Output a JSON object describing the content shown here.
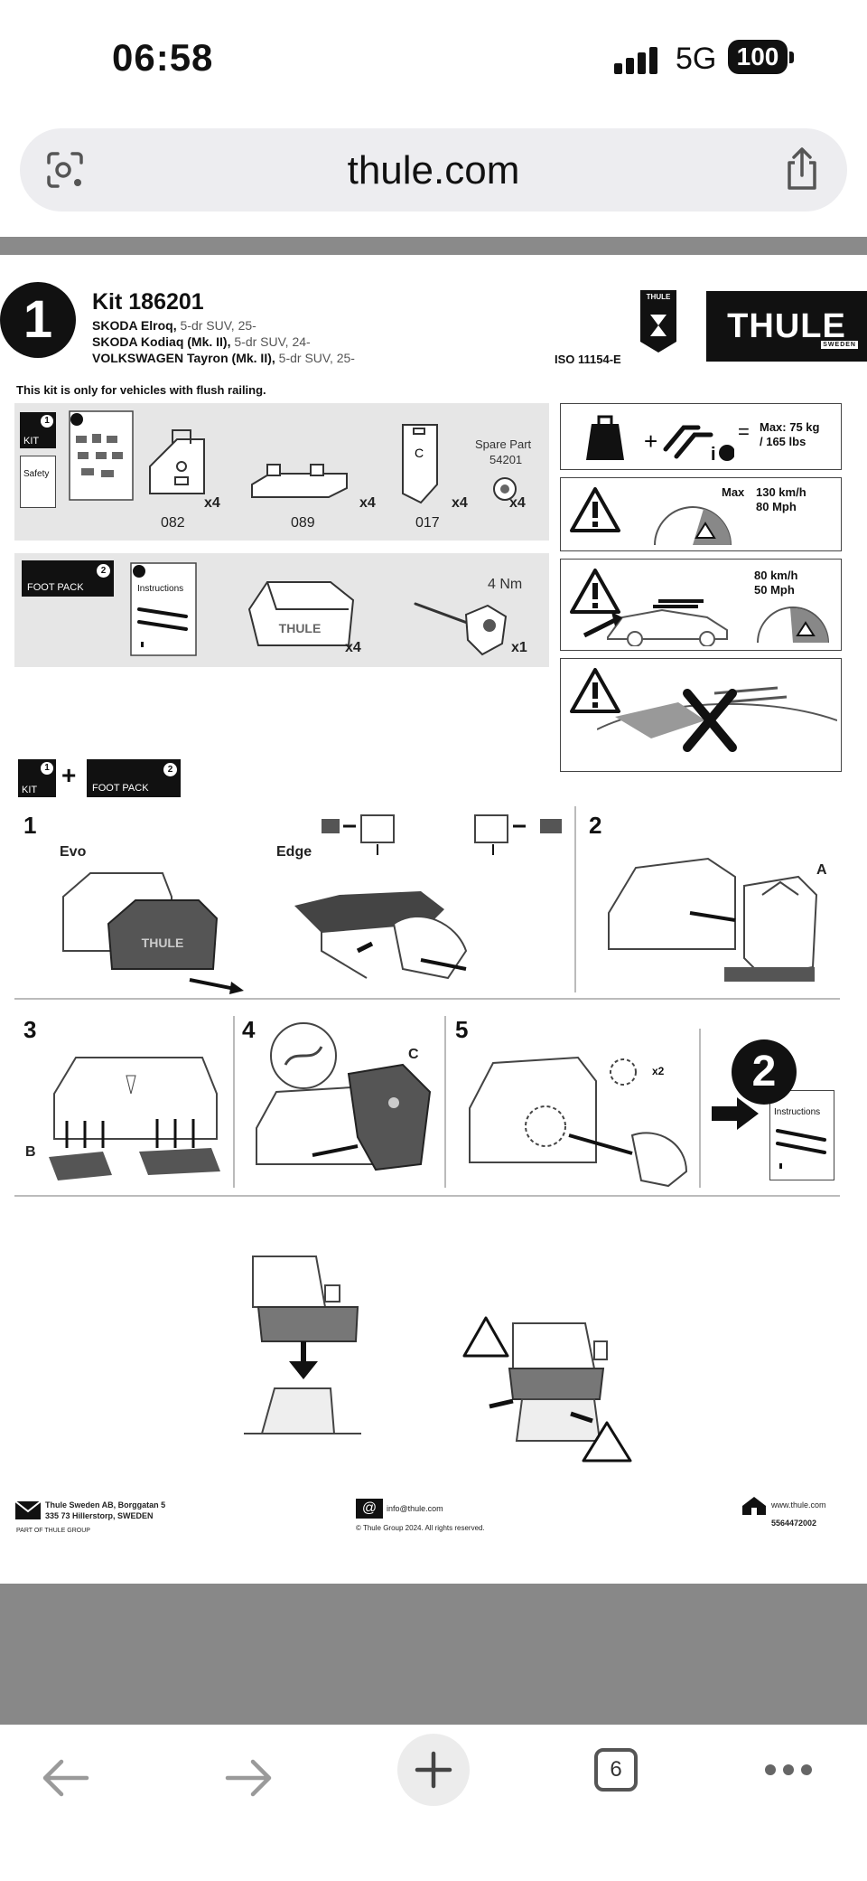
{
  "status": {
    "time": "06:58",
    "network": "5G",
    "battery": "100"
  },
  "browser": {
    "url": "thule.com",
    "tab_count": "6"
  },
  "doc": {
    "step_number": "1",
    "kit_title": "Kit 186201",
    "vehicles": [
      {
        "model": "SKODA Elroq,",
        "detail": " 5-dr SUV, 25-"
      },
      {
        "model": "SKODA Kodiaq (Mk. II),",
        "detail": " 5-dr SUV, 24-"
      },
      {
        "model": "VOLKSWAGEN Tayron (Mk. II),",
        "detail": " 5-dr SUV, 25-"
      }
    ],
    "iso": "ISO 11154-E",
    "brand_logo": "THULE",
    "brand_sub": "SWEDEN",
    "guarantee_label": "THULE",
    "flush_note": "This kit is only for vehicles with flush railing.",
    "kit_panel": {
      "kit_label": "KIT",
      "safety_label": "Safety",
      "parts": [
        {
          "code": "082",
          "qty": "x4"
        },
        {
          "code": "089",
          "qty": "x4"
        },
        {
          "code": "017",
          "qty": "x4"
        }
      ],
      "spare_label": "Spare Part",
      "spare_code": "54201",
      "spare_qty": "x4"
    },
    "foot_panel": {
      "foot_label": "FOOT PACK",
      "instructions_label": "Instructions",
      "foot_qty": "x4",
      "torque": "4 Nm",
      "tool_qty": "x1"
    },
    "warnings": {
      "max_load": "Max: 75 kg\n/ 165 lbs",
      "max_speed_label": "Max",
      "max_speed": "130 km/h\n80 Mph",
      "curve_speed": "80 km/h\n50 Mph"
    },
    "assembly": {
      "kit_label": "KIT",
      "foot_label": "FOOT PACK",
      "step1": "1",
      "evo": "Evo",
      "edge": "Edge",
      "step2": "2",
      "label_a": "A",
      "step3": "3",
      "label_b": "B",
      "step4": "4",
      "label_c": "C",
      "step5": "5",
      "repeat": "x2",
      "next_step": "2",
      "next_instructions": "Instructions"
    },
    "footer": {
      "address1": "Thule Sweden AB, Borggatan 5",
      "address2": "335 73 Hillerstorp, SWEDEN",
      "group": "PART OF THULE GROUP",
      "email": "info@thule.com",
      "copyright": "© Thule Group 2024. All rights reserved.",
      "web": "www.thule.com",
      "doc_number": "5564472002"
    }
  }
}
